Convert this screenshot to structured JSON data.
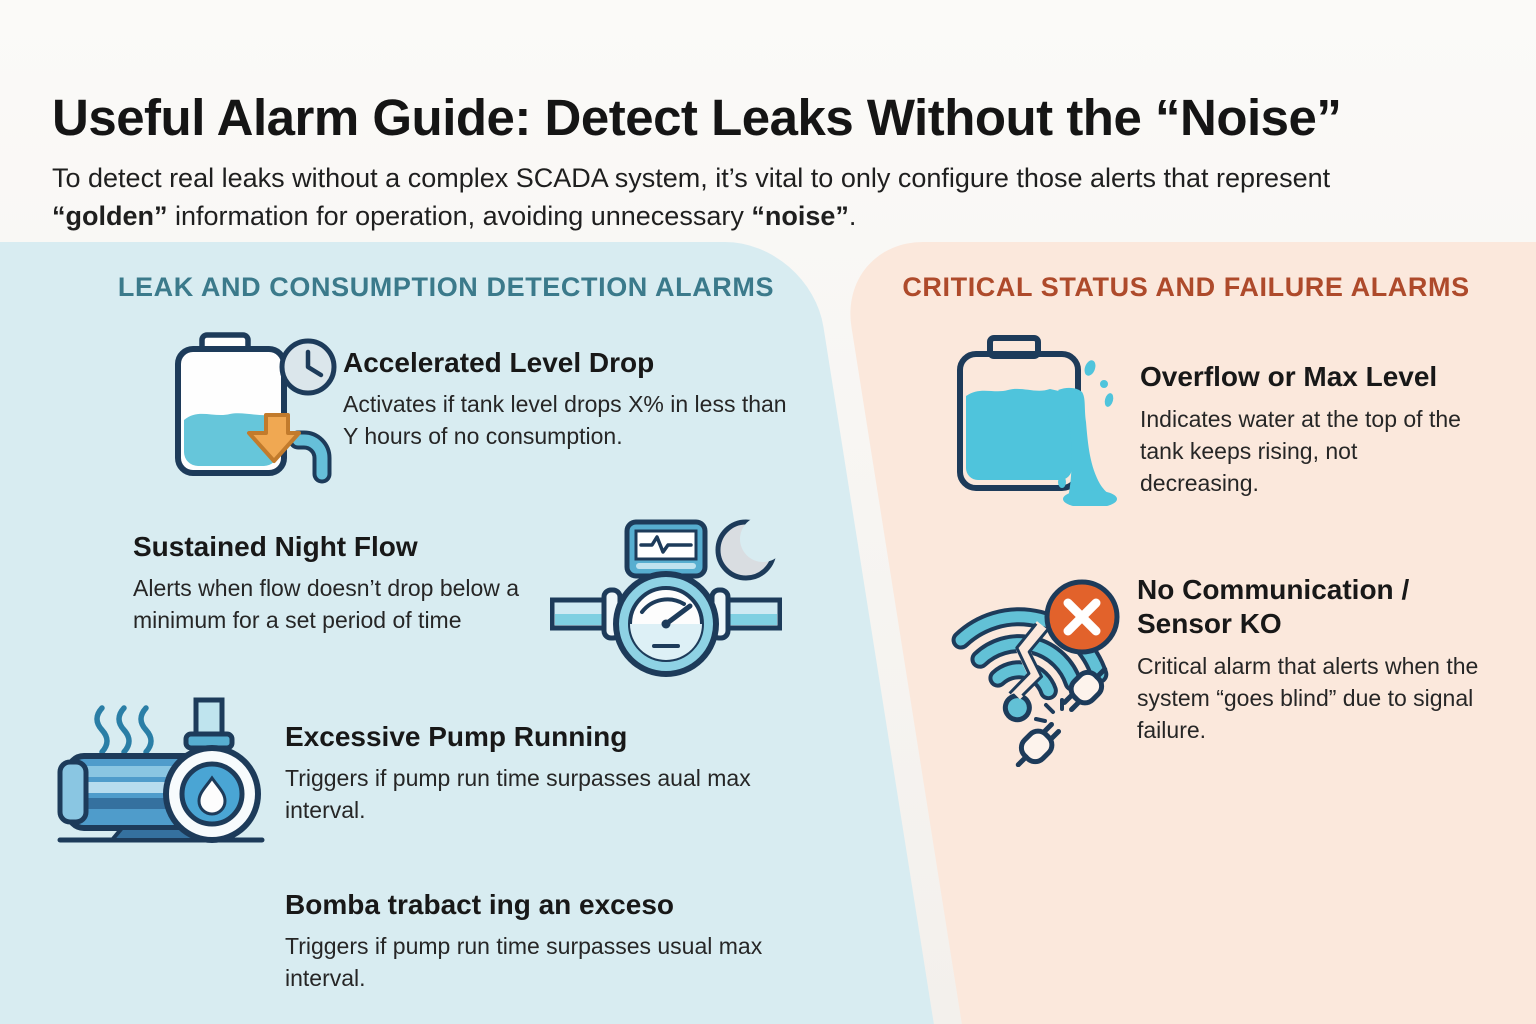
{
  "page": {
    "title": "Useful Alarm Guide: Detect Leaks Without the “Noise”",
    "subtitle": {
      "part1": "To detect real leaks without a complex SCADA system, it’s vital to only configure those alerts that represent ",
      "bold1": "“golden”",
      "part2": " information for operation, avoiding unnecessary ",
      "bold2": "“noise”",
      "part3": "."
    }
  },
  "colors": {
    "left_panel_bg": "#d8ecf1",
    "right_panel_bg": "#fbe8dc",
    "left_header_text": "#3b7a8b",
    "right_header_text": "#ae4a2b",
    "icon_outline_navy": "#1d3b5a",
    "icon_blue": "#5fb9d4",
    "water_blue": "#4fc4dc",
    "accent_arrow_orange": "#f0a852",
    "alert_badge_orange": "#e2622b"
  },
  "icons": [
    "tank-level-drop-icon",
    "night-flow-meter-icon",
    "pump-icon",
    "overflow-tank-icon",
    "no-signal-icon"
  ],
  "left_panel": {
    "header": "LEAK AND CONSUMPTION DETECTION ALARMS",
    "items": [
      {
        "icon": "tank-level-drop-icon",
        "title": "Accelerated Level Drop",
        "desc": "Activates if tank level drops X% in less than Y hours of no consumption."
      },
      {
        "icon": "night-flow-meter-icon",
        "title": "Sustained Night Flow",
        "desc": "Alerts when flow doesn’t drop below a minimum for a set period of time"
      },
      {
        "icon": "pump-icon",
        "title": "Excessive Pump Running",
        "desc": "Triggers if pump run time surpasses aual max interval."
      },
      {
        "icon": "",
        "title": "Bomba trabact ing an exceso",
        "desc": "Triggers if pump run time surpasses usual max interval."
      }
    ]
  },
  "right_panel": {
    "header": "CRITICAL STATUS AND FAILURE ALARMS",
    "items": [
      {
        "icon": "overflow-tank-icon",
        "title": "Overflow or Max Level",
        "desc": "Indicates water at the top of the tank keeps rising, not decreasing."
      },
      {
        "icon": "no-signal-icon",
        "title": "No Communication / Sensor KO",
        "desc": "Critical alarm that alerts when the system “goes blind” due to signal failure."
      }
    ]
  }
}
